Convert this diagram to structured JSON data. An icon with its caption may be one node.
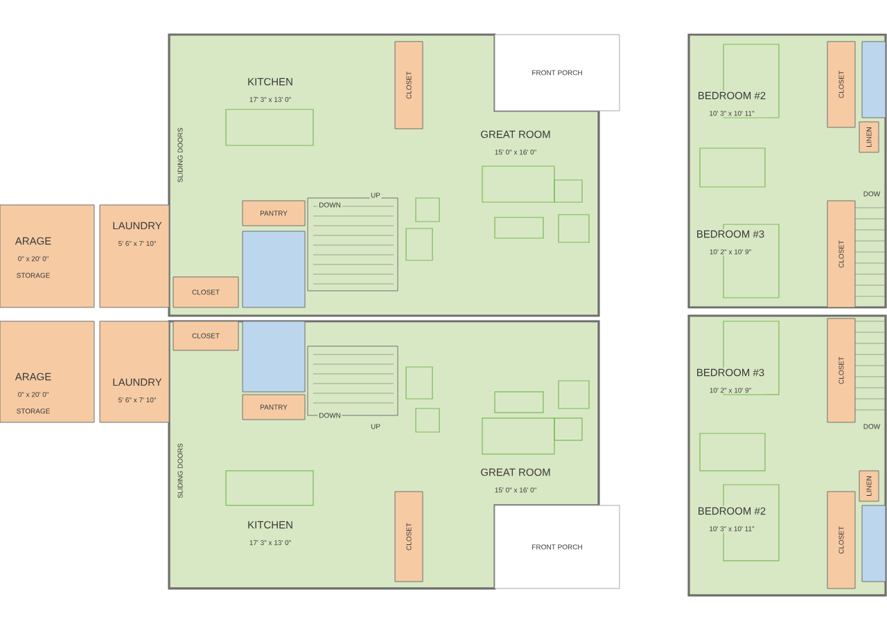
{
  "diagram": {
    "nodes": [
      {
        "text": [
          "KITCHEN",
          "17' 3\" x 13' 0\""
        ]
      },
      {
        "text": [
          "CLOSET"
        ]
      },
      {
        "text": [
          "FRONT PORCH"
        ]
      },
      {
        "text": [
          "BEDROOM #2",
          "10' 3\" x 10' 11\""
        ]
      },
      {
        "text": [
          "CLOSET"
        ]
      },
      {
        "text": [
          "LINEN"
        ]
      },
      {
        "text": [
          "GREAT ROOM",
          "15' 0\" x 16' 0\""
        ]
      },
      {
        "text": [
          "PANTRY"
        ]
      },
      {
        "text": [
          "ARAGE",
          "0\" x 20' 0\"",
          "STORAGE"
        ]
      },
      {
        "text": [
          "LAUNDRY",
          "5' 6\" x 7' 10\""
        ]
      },
      {
        "text": [
          "BEDROOM #3",
          "10' 2\" x 10' 9\""
        ]
      },
      {
        "text": [
          "CLOSET"
        ]
      },
      {
        "text": [
          "CLOSET"
        ]
      },
      {
        "text": [
          "CLOSET"
        ]
      },
      {
        "text": [
          "ARAGE",
          "0\" x 20' 0\"",
          "STORAGE"
        ]
      },
      {
        "text": [
          "LAUNDRY",
          "5' 6\" x 7' 10\""
        ]
      },
      {
        "text": [
          "BEDROOM #3",
          "10' 2\" x 10' 9\""
        ]
      },
      {
        "text": [
          "CLOSET"
        ]
      },
      {
        "text": [
          "PANTRY"
        ]
      },
      {
        "text": [
          "GREAT ROOM",
          "15' 0\" x 16' 0\""
        ]
      },
      {
        "text": [
          "LINEN"
        ]
      },
      {
        "text": [
          "BEDROOM #2",
          "10' 3\" x 10' 11\""
        ]
      },
      {
        "text": [
          "CLOSET"
        ]
      },
      {
        "text": [
          "KITCHEN",
          "17' 3\" x 13' 0\""
        ]
      },
      {
        "text": [
          "CLOSET"
        ]
      },
      {
        "text": [
          "FRONT PORCH"
        ]
      }
    ],
    "labels": [
      "SLIDING DOORS",
      "UP",
      "DOW",
      "DOWN",
      "DOWN",
      "UP",
      "DOW",
      "SLIDING DOORS"
    ]
  }
}
